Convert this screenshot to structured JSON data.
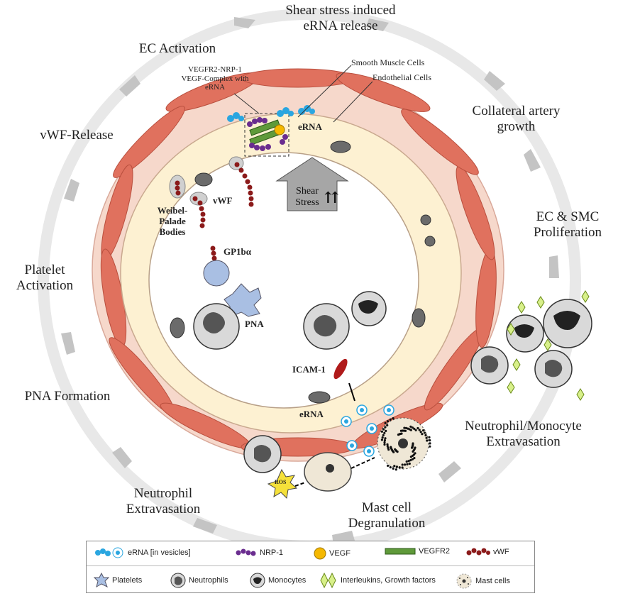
{
  "cycle_labels": {
    "shear_stress": "Shear stress induced\neRNA release",
    "ec_activation": "EC Activation",
    "vwf_release": "vWF-Release",
    "platelet_activation": "Platelet\nActivation",
    "pna_formation": "PNA Formation",
    "neutrophil_extravasation": "Neutrophil\nExtravasation",
    "mast_cell_degranulation": "Mast cell\nDegranulation",
    "neutrophil_monocyte_extravasation": "Neutrophil/Monocyte\nExtravasation",
    "ec_smc_proliferation": "EC & SMC\nProliferation",
    "collateral_growth": "Collateral artery\ngrowth"
  },
  "annotations": {
    "complex": "VEGFR2-NRP-1\nVEGF-Complex with\neRNA",
    "smooth_muscle": "Smooth Muscle Cells",
    "endothelial": "Endothelial Cells",
    "erna_top": "eRNA",
    "shear_stress_arrow": "Shear\nStress",
    "vwf": "vWF",
    "weibel": "Weibel-\nPalade\nBodies",
    "gp1b": "GP1bα",
    "pna": "PNA",
    "icam": "ICAM-1",
    "erna_bottom": "eRNA",
    "ros": "ROS"
  },
  "legend": {
    "row1": [
      {
        "icon": "erna-icon",
        "label": "eRNA [in vesicles]"
      },
      {
        "icon": "nrp1-icon",
        "label": "NRP-1"
      },
      {
        "icon": "vegf-icon",
        "label": "VEGF"
      },
      {
        "icon": "vegfr2-icon",
        "label": "VEGFR2"
      },
      {
        "icon": "vwf-icon",
        "label": "vWF"
      }
    ],
    "row2": [
      {
        "icon": "platelet-icon",
        "label": "Platelets"
      },
      {
        "icon": "neutrophil-icon",
        "label": "Neutrophils"
      },
      {
        "icon": "monocyte-icon",
        "label": "Monocytes"
      },
      {
        "icon": "interleukin-icon",
        "label": "Interleukins, Growth factors"
      },
      {
        "icon": "mast-cell-icon",
        "label": "Mast cells"
      }
    ]
  },
  "colors": {
    "smooth_muscle": "#e0715e",
    "endothelium": "#fdf1d2",
    "vessel_wall": "#f7d9cc",
    "ring": "#e6e6e6",
    "vegf": "#f5b800",
    "vegfr2": "#5f9a3a",
    "nrp1": "#6a2d8f",
    "vwf": "#8b1a1a",
    "erna": "#2aa6e0",
    "platelet": "#a9bfe3"
  }
}
